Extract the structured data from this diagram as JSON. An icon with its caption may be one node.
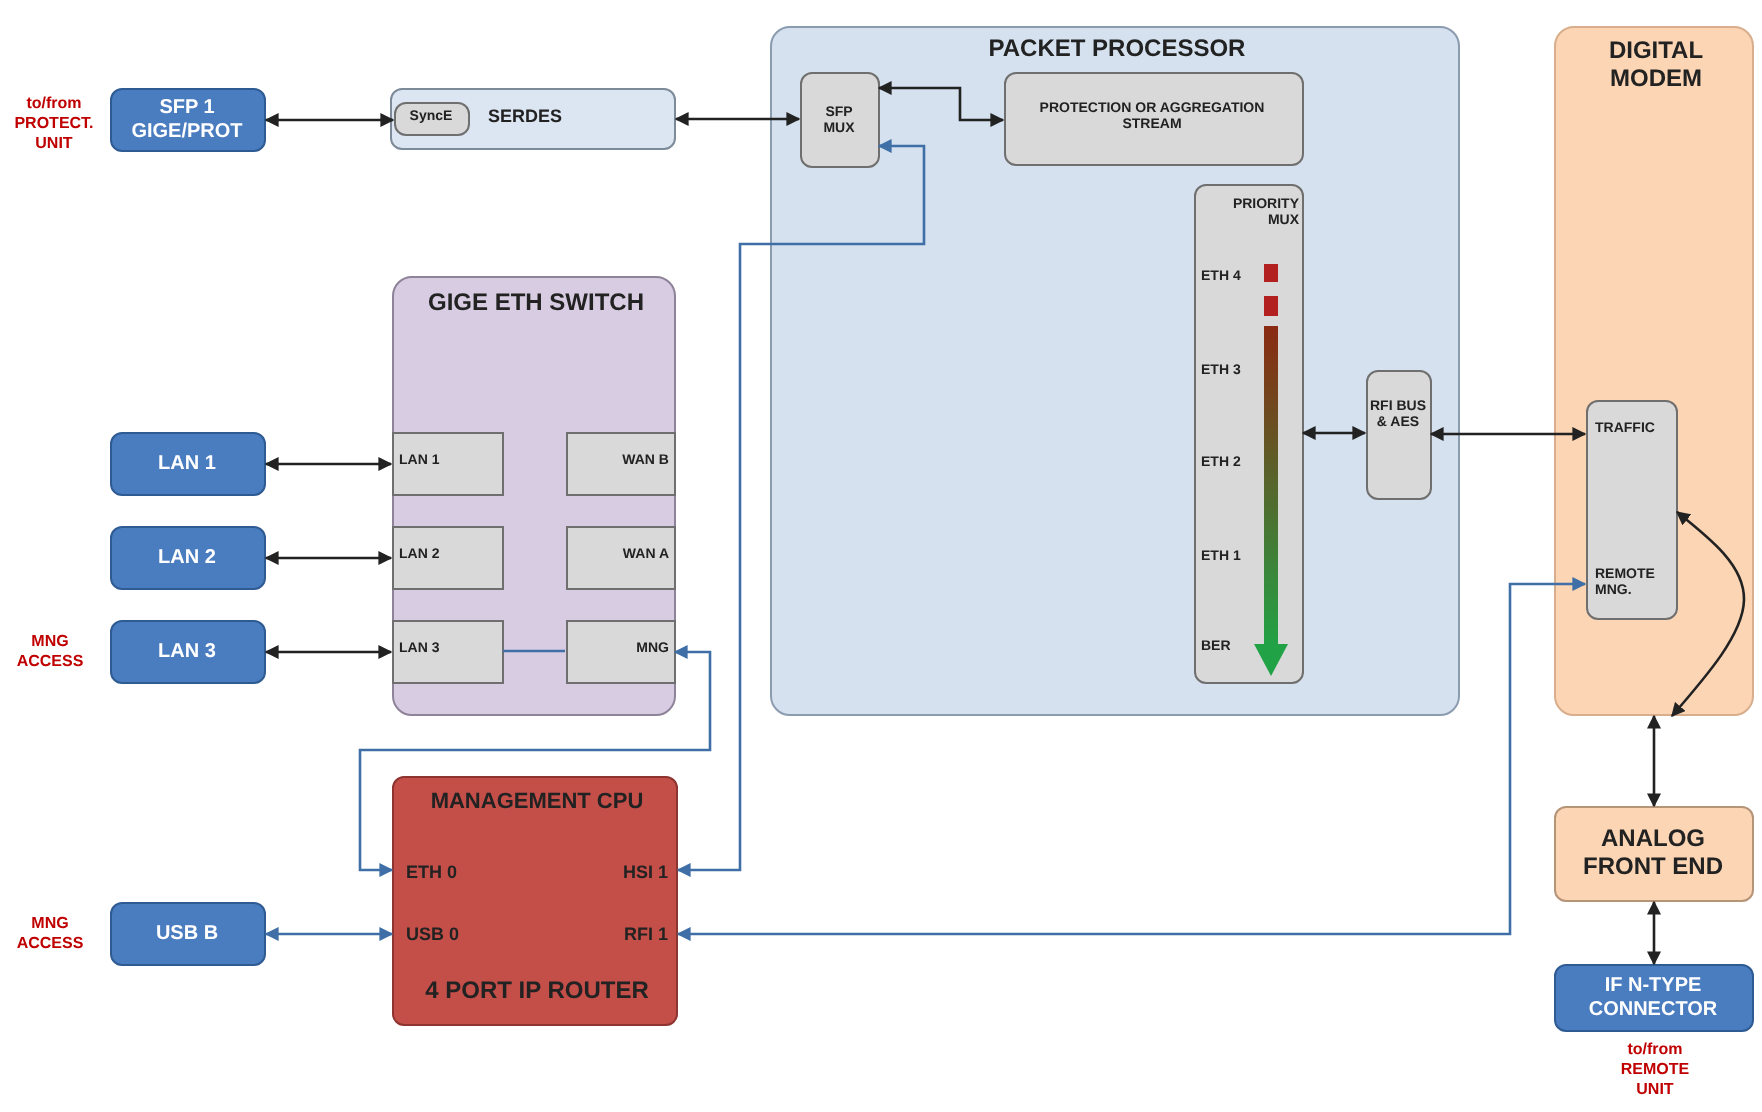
{
  "diagram": {
    "nodes": [
      {
        "text": [
          "SFP 1 GIGE/PROT"
        ],
        "beside": [
          "to/from PROTECT. UNIT"
        ]
      },
      {
        "text": [
          "SERDES"
        ]
      },
      {
        "text": [
          "SyncE"
        ],
        "in": 1
      },
      {
        "text": [
          "PACKET PROCESSOR"
        ]
      },
      {
        "text": [
          "SFP MUX"
        ],
        "in": 3
      },
      {
        "text": [
          "PROTECTION OR AGGREGATION STREAM"
        ],
        "in": 3
      },
      {
        "text": [
          "PRIORITY MUX",
          "ETH 4",
          "ETH 3",
          "ETH 2",
          "ETH 1",
          "BER"
        ],
        "in": 3
      },
      {
        "text": [
          "RFI BUS & AES"
        ],
        "in": 3
      },
      {
        "text": [
          "DIGITAL MODEM"
        ]
      },
      {
        "text": [
          "TRAFFIC",
          "REMOTE MNG."
        ],
        "in": 8
      },
      {
        "text": [
          "GIGE ETH SWITCH"
        ]
      },
      {
        "text": [
          "LAN 1"
        ],
        "in": 10
      },
      {
        "text": [
          "WAN B"
        ],
        "in": 10
      },
      {
        "text": [
          "LAN 2"
        ],
        "in": 10
      },
      {
        "text": [
          "WAN A"
        ],
        "in": 10
      },
      {
        "text": [
          "LAN 3"
        ],
        "in": 10
      },
      {
        "text": [
          "MNG"
        ],
        "in": 10
      },
      {
        "text": [
          "LAN 1"
        ]
      },
      {
        "text": [
          "LAN 2"
        ]
      },
      {
        "text": [
          "LAN 3"
        ],
        "beside": [
          "MNG ACCESS"
        ]
      },
      {
        "text": [
          "MANAGEMENT CPU",
          "ETH 0",
          "HSI 1",
          "USB 0",
          "RFI 1",
          "4 PORT IP ROUTER"
        ]
      },
      {
        "text": [
          "USB B"
        ],
        "beside": [
          "MNG ACCESS"
        ]
      },
      {
        "text": [
          "ANALOG FRONT END"
        ]
      },
      {
        "text": [
          "IF N-TYPE CONNECTOR"
        ],
        "beside": [
          "to/from REMOTE UNIT"
        ]
      }
    ],
    "edges": [
      {
        "from": 0,
        "to": 2,
        "arrow": "both"
      },
      {
        "from": 1,
        "to": 4,
        "arrow": "both"
      },
      {
        "from": 4,
        "to": 5,
        "arrow": "both"
      },
      {
        "from": 17,
        "to": 11,
        "arrow": "both"
      },
      {
        "from": 18,
        "to": 13,
        "arrow": "both"
      },
      {
        "from": 19,
        "to": 15,
        "arrow": "both"
      },
      {
        "from": 15,
        "to": 16,
        "arrow": "none",
        "color": "#3f6fa6"
      },
      {
        "from": 16,
        "to": 20,
        "arrow": "both",
        "color": "#3f6fa6"
      },
      {
        "from": 4,
        "to": 20,
        "arrow": "both",
        "color": "#3f6fa6"
      },
      {
        "from": 21,
        "to": 20,
        "arrow": "both",
        "color": "#3f6fa6"
      },
      {
        "from": 9,
        "to": 20,
        "arrow": "both",
        "color": "#3f6fa6"
      },
      {
        "from": 6,
        "to": 7,
        "arrow": "both"
      },
      {
        "from": 7,
        "to": 9,
        "arrow": "both"
      },
      {
        "from": 8,
        "to": 22,
        "arrow": "both"
      },
      {
        "from": 22,
        "to": 23,
        "arrow": "both"
      },
      {
        "from": 9,
        "to": 8,
        "arrow": "both"
      }
    ]
  }
}
